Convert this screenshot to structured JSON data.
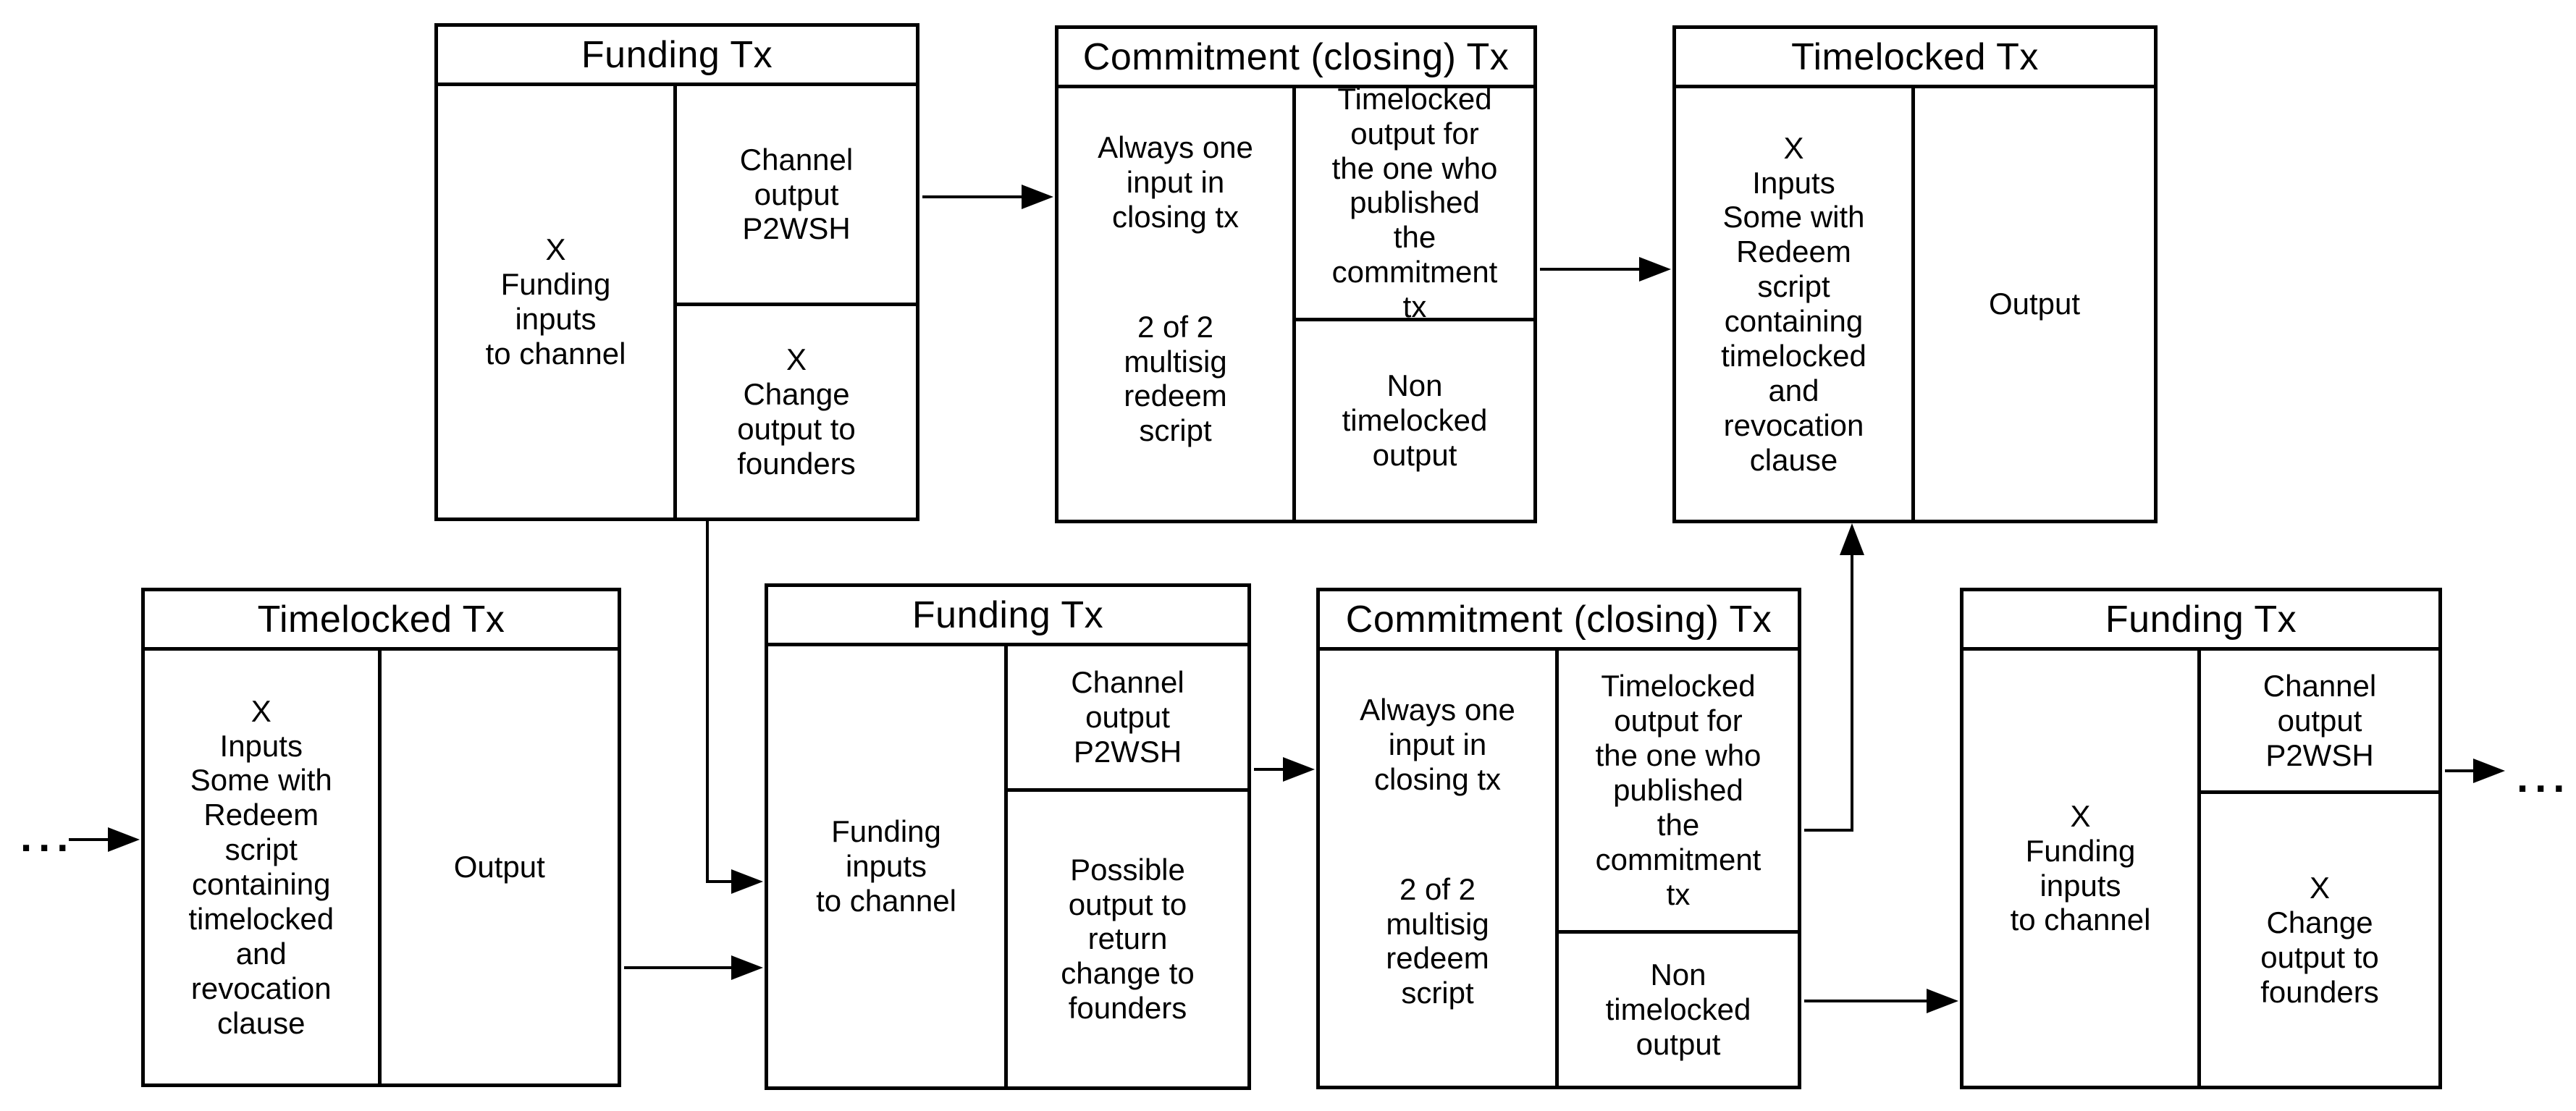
{
  "canvas": {
    "background": "#ffffff",
    "line_color": "#000000",
    "text_color": "#000000"
  },
  "ellipsis_left": "...",
  "ellipsis_right": "...",
  "boxes": [
    {
      "title": "Funding Tx",
      "input": "X\nFunding\ninputs\nto channel",
      "channel_output": "Channel\noutput\nP2WSH",
      "change_output": "X\nChange\noutput to\nfounders"
    },
    {
      "title": "Commitment (closing) Tx",
      "input_top": "Always one\ninput in\nclosing tx",
      "input_bottom": "2 of 2\nmultisig\nredeem\nscript",
      "timelocked_output": "Timelocked\noutput for\nthe one who\npublished\nthe\ncommitment\ntx",
      "non_timelocked_output": "Non\ntimelocked\noutput"
    },
    {
      "title": "Timelocked Tx",
      "input": "X\nInputs\nSome with\nRedeem\nscript\ncontaining\ntimelocked\nand\nrevocation\nclause",
      "output": "Output"
    },
    {
      "title": "Timelocked Tx",
      "input": "X\nInputs\nSome with\nRedeem\nscript\ncontaining\ntimelocked\nand\nrevocation\nclause",
      "output": "Output"
    },
    {
      "title": "Funding Tx",
      "input": "Funding\ninputs\nto channel",
      "channel_output": "Channel\noutput\nP2WSH",
      "change_output": "Possible\noutput to\nreturn\nchange to\nfounders"
    },
    {
      "title": "Commitment (closing) Tx",
      "input_top": "Always one\ninput in\nclosing tx",
      "input_bottom": "2 of 2\nmultisig\nredeem\nscript",
      "timelocked_output": "Timelocked\noutput for\nthe one who\npublished\nthe\ncommitment\ntx",
      "non_timelocked_output": "Non\ntimelocked\noutput"
    },
    {
      "title": "Funding Tx",
      "input": "X\nFunding\ninputs\nto channel",
      "channel_output": "Channel\noutput\nP2WSH",
      "change_output": "X\nChange\noutput to\nfounders"
    }
  ],
  "connectors": [
    {
      "from": "ellipsis-left",
      "to": "timelocked-tx-bottom-left.inputs"
    },
    {
      "from": "funding-tx-top.channel-output",
      "to": "commitment-closing-tx-top.input"
    },
    {
      "from": "commitment-closing-tx-top.timelocked-output",
      "to": "timelocked-tx-top.inputs"
    },
    {
      "from": "funding-tx-top.change-output",
      "to": "funding-tx-bottom-middle.inputs"
    },
    {
      "from": "timelocked-tx-bottom-left.output",
      "to": "funding-tx-bottom-middle.inputs"
    },
    {
      "from": "funding-tx-bottom-middle.channel-output",
      "to": "commitment-closing-tx-bottom.input"
    },
    {
      "from": "commitment-closing-tx-bottom.timelocked-output",
      "to": "timelocked-tx-top.inputs"
    },
    {
      "from": "commitment-closing-tx-bottom.non-timelocked-output",
      "to": "funding-tx-bottom-right.inputs"
    },
    {
      "from": "funding-tx-bottom-right.channel-output",
      "to": "ellipsis-right"
    }
  ]
}
